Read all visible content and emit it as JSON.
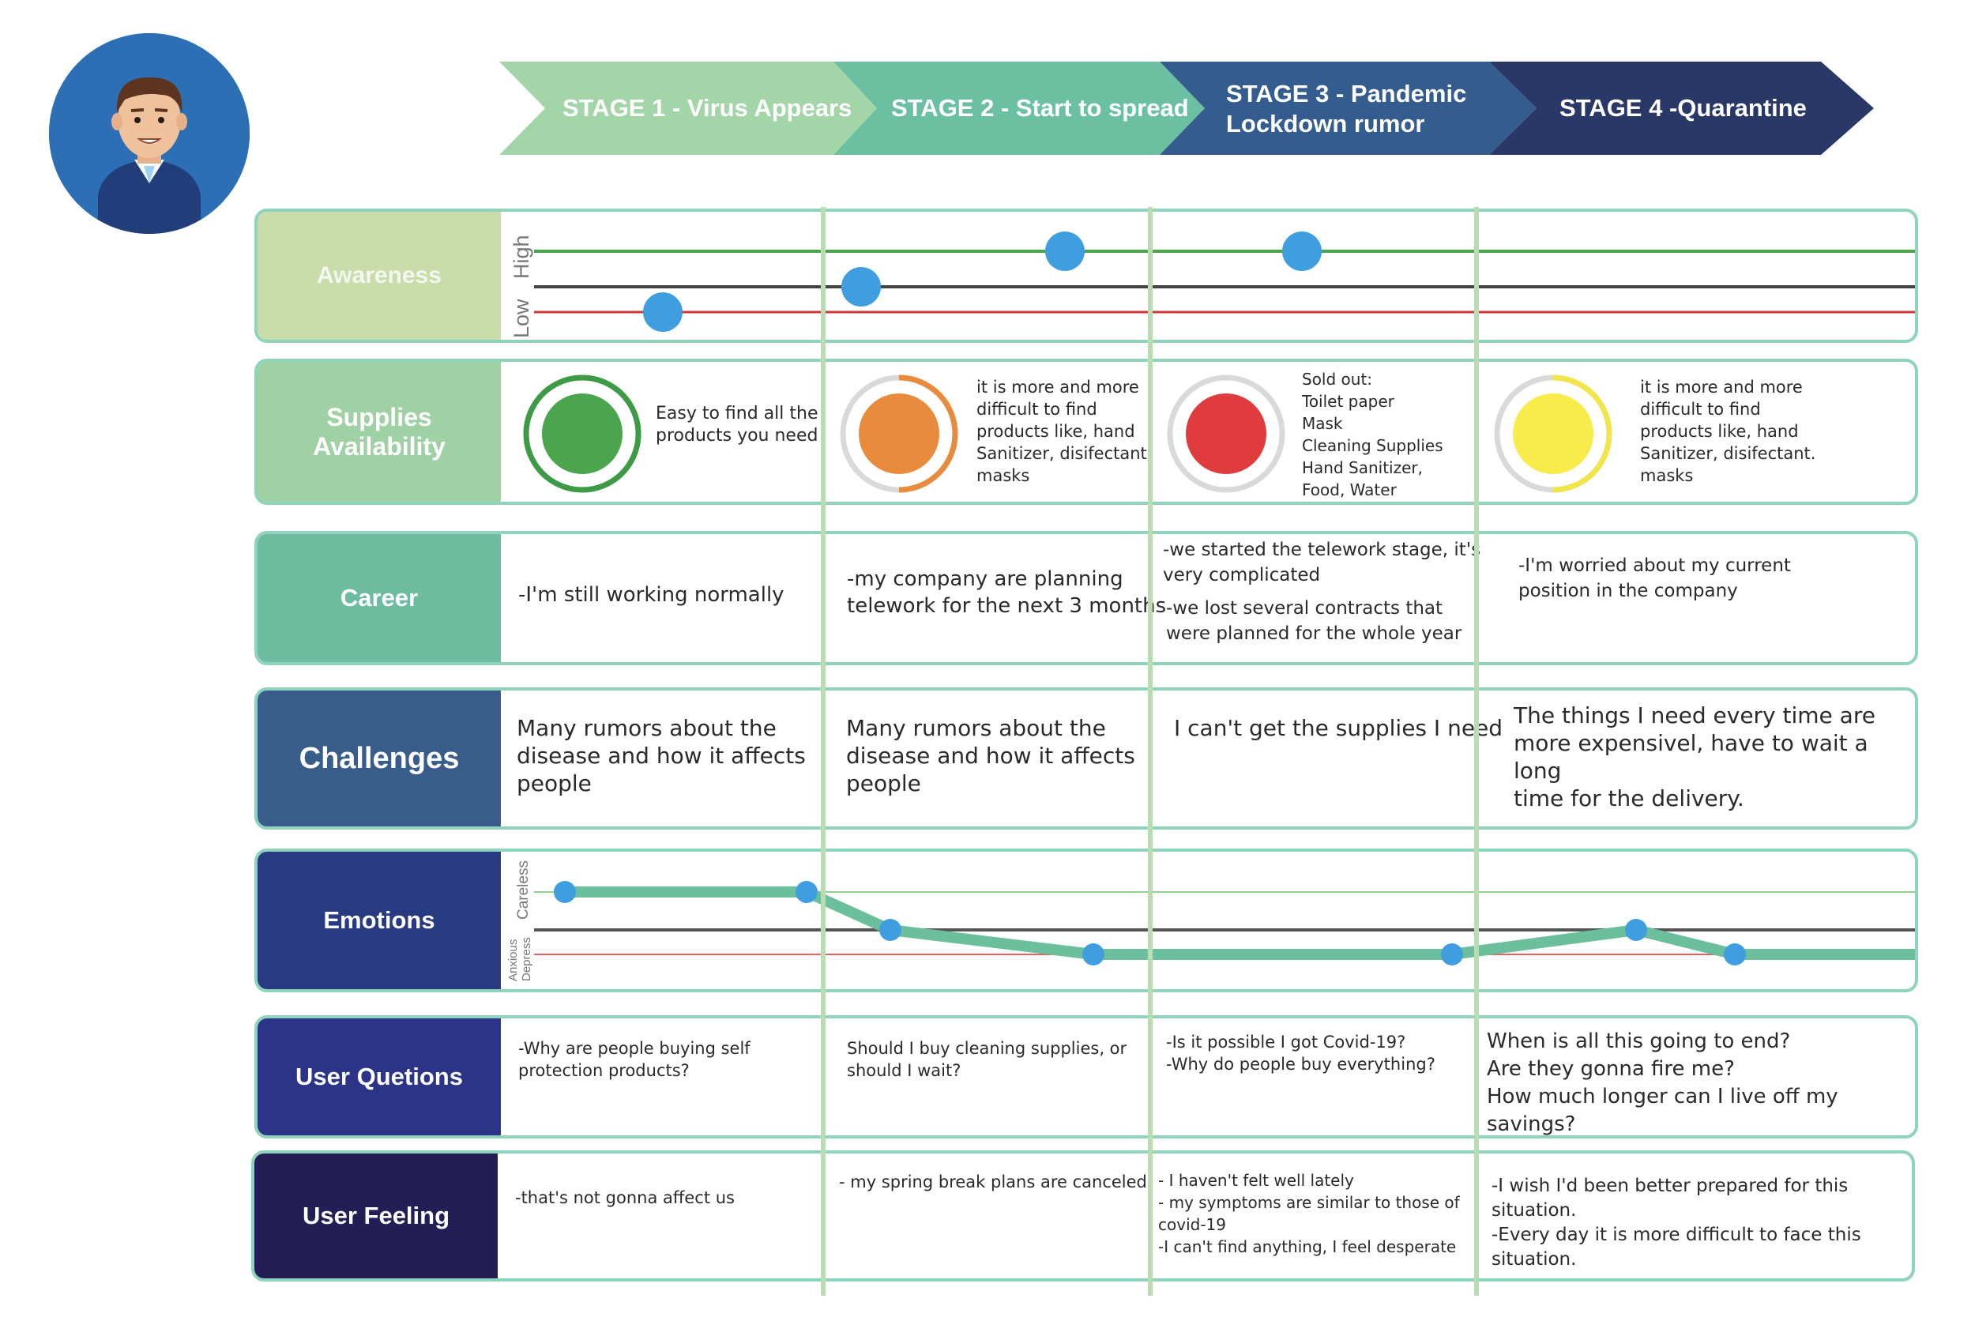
{
  "stages": [
    {
      "label": "STAGE 1 - Virus Appears"
    },
    {
      "label": "STAGE 2 - Start to spread"
    },
    {
      "label": "STAGE 3 - Pandemic\nLockdown rumor"
    },
    {
      "label": "STAGE 4 -Quarantine"
    }
  ],
  "rows": {
    "awareness": {
      "label": "Awareness",
      "high": "High",
      "low": "Low",
      "levels": [
        "Low",
        "Medium",
        "High",
        "High"
      ]
    },
    "supplies": {
      "label": "Supplies\nAvailability",
      "cells": [
        {
          "text": "Easy to find all the\nproducts you need",
          "color": "#4aa54d",
          "ring": "#3d9b45",
          "fill": 1.0
        },
        {
          "text": "it is more and more\ndifficult to find\nproducts like, hand\nSanitizer, disifectant.\nmasks",
          "color": "#e88b3c",
          "ring": "#e88b3c",
          "fill": 0.5
        },
        {
          "text": "Sold out:\nToilet paper\nMask\nCleaning Supplies\nHand Sanitizer,\nFood, Water",
          "color": "#e03c3e",
          "ring": "#d6d6d6",
          "fill": 0.0
        },
        {
          "text": "it is more and more\ndifficult to find\nproducts like, hand\nSanitizer, disifectant.\nmasks",
          "color": "#f7ec4a",
          "ring": "#f1e54a",
          "fill": 0.5
        }
      ]
    },
    "career": {
      "label": "Career",
      "cells": [
        "-I'm still working normally",
        "-my company are planning\ntelework for the next 3 months",
        "-we started the telework stage, it's\nvery complicated",
        "-I'm worried about my current\nposition in the company"
      ],
      "extra": "-we lost several contracts that\nwere planned for the whole year"
    },
    "challenges": {
      "label": "Challenges",
      "cells": [
        "Many rumors about the\ndisease and how it affects\npeople",
        "Many rumors about the\ndisease and how it affects\npeople",
        "I can't get the supplies I need",
        "The things I need every time are\nmore expensivel, have to wait a long\ntime for the delivery."
      ]
    },
    "emotions": {
      "label": "Emotions",
      "top": "Careless",
      "bottom1": "Anxious",
      "bottom2": "Depress",
      "levels": [
        1,
        1,
        0,
        -1,
        -1,
        0,
        -1,
        -1
      ]
    },
    "questions": {
      "label": "User Quetions",
      "cells": [
        "-Why are people buying self\nprotection products?",
        "Should I buy cleaning supplies, or\nshould I wait?",
        "-Is it possible I got Covid-19?\n-Why do people buy everything?",
        "When is all this going to end?\nAre they gonna fire me?\nHow much longer can I live off my savings?"
      ]
    },
    "feeling": {
      "label": "User Feeling",
      "cells": [
        "-that's not gonna affect us",
        "- my spring break plans are canceled",
        "- I haven't felt well lately\n- my symptoms are similar to those of\ncovid-19\n-I can't find anything, I feel desperate",
        "-I wish I'd been better prepared for this\nsituation.\n-Every day it is more difficult to face this\nsituation."
      ]
    }
  },
  "colors": {
    "stage1": "#a3d5a8",
    "stage2": "#6cc0a2",
    "stage3": "#355c8e",
    "stage4": "#2a3867",
    "awareness": "#c9dcaa",
    "supplies": "#9fd1a4",
    "career": "#6dbc9f",
    "challenges": "#385d8b",
    "emotions": "#273a82",
    "questions": "#2b3486",
    "feeling": "#241e57",
    "dot": "#3f9ee0",
    "emotion_line": "#6cbf9c"
  }
}
